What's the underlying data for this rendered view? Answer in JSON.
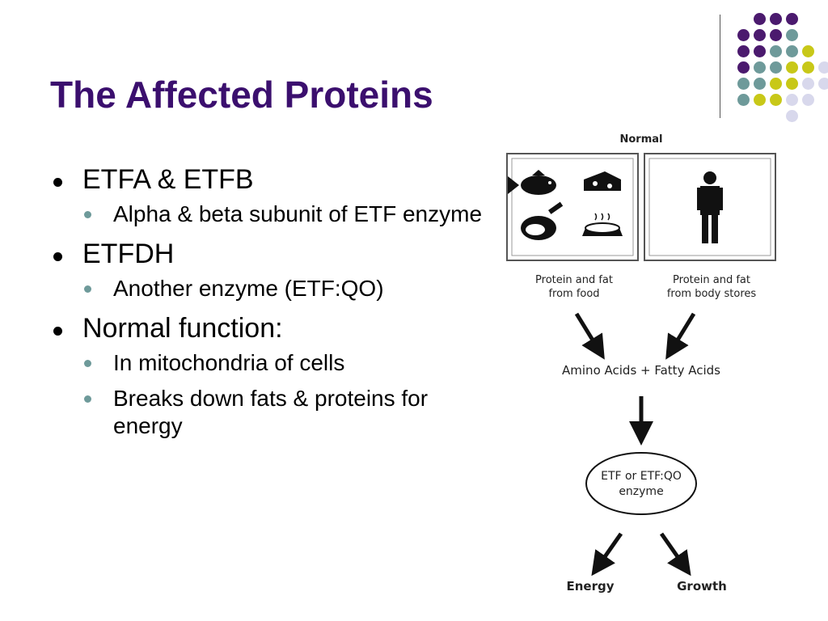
{
  "slide": {
    "title": "The Affected Proteins",
    "bullets": [
      {
        "text": "ETFA & ETFB",
        "subs": [
          "Alpha & beta subunit of ETF enzyme"
        ]
      },
      {
        "text": "ETFDH",
        "subs": [
          "Another enzyme (ETF:QO)"
        ]
      },
      {
        "text": "Normal function:",
        "subs": [
          "In mitochondria of cells",
          "Breaks down fats & proteins for energy"
        ]
      }
    ]
  },
  "diagram": {
    "normal_label": "Normal",
    "left_caption_line1": "Protein and fat",
    "left_caption_line2": "from food",
    "right_caption_line1": "Protein and fat",
    "right_caption_line2": "from body stores",
    "middle_label": "Amino Acids + Fatty Acids",
    "enzyme_line1": "ETF or ETF:QO",
    "enzyme_line2": "enzyme",
    "output_left": "Energy",
    "output_right": "Growth"
  },
  "colors": {
    "title": "#3b0f6e",
    "purple": "#4b1a6e",
    "teal": "#6e9a9a",
    "yellow": "#c8c818",
    "lavender": "#d8d8ec"
  }
}
